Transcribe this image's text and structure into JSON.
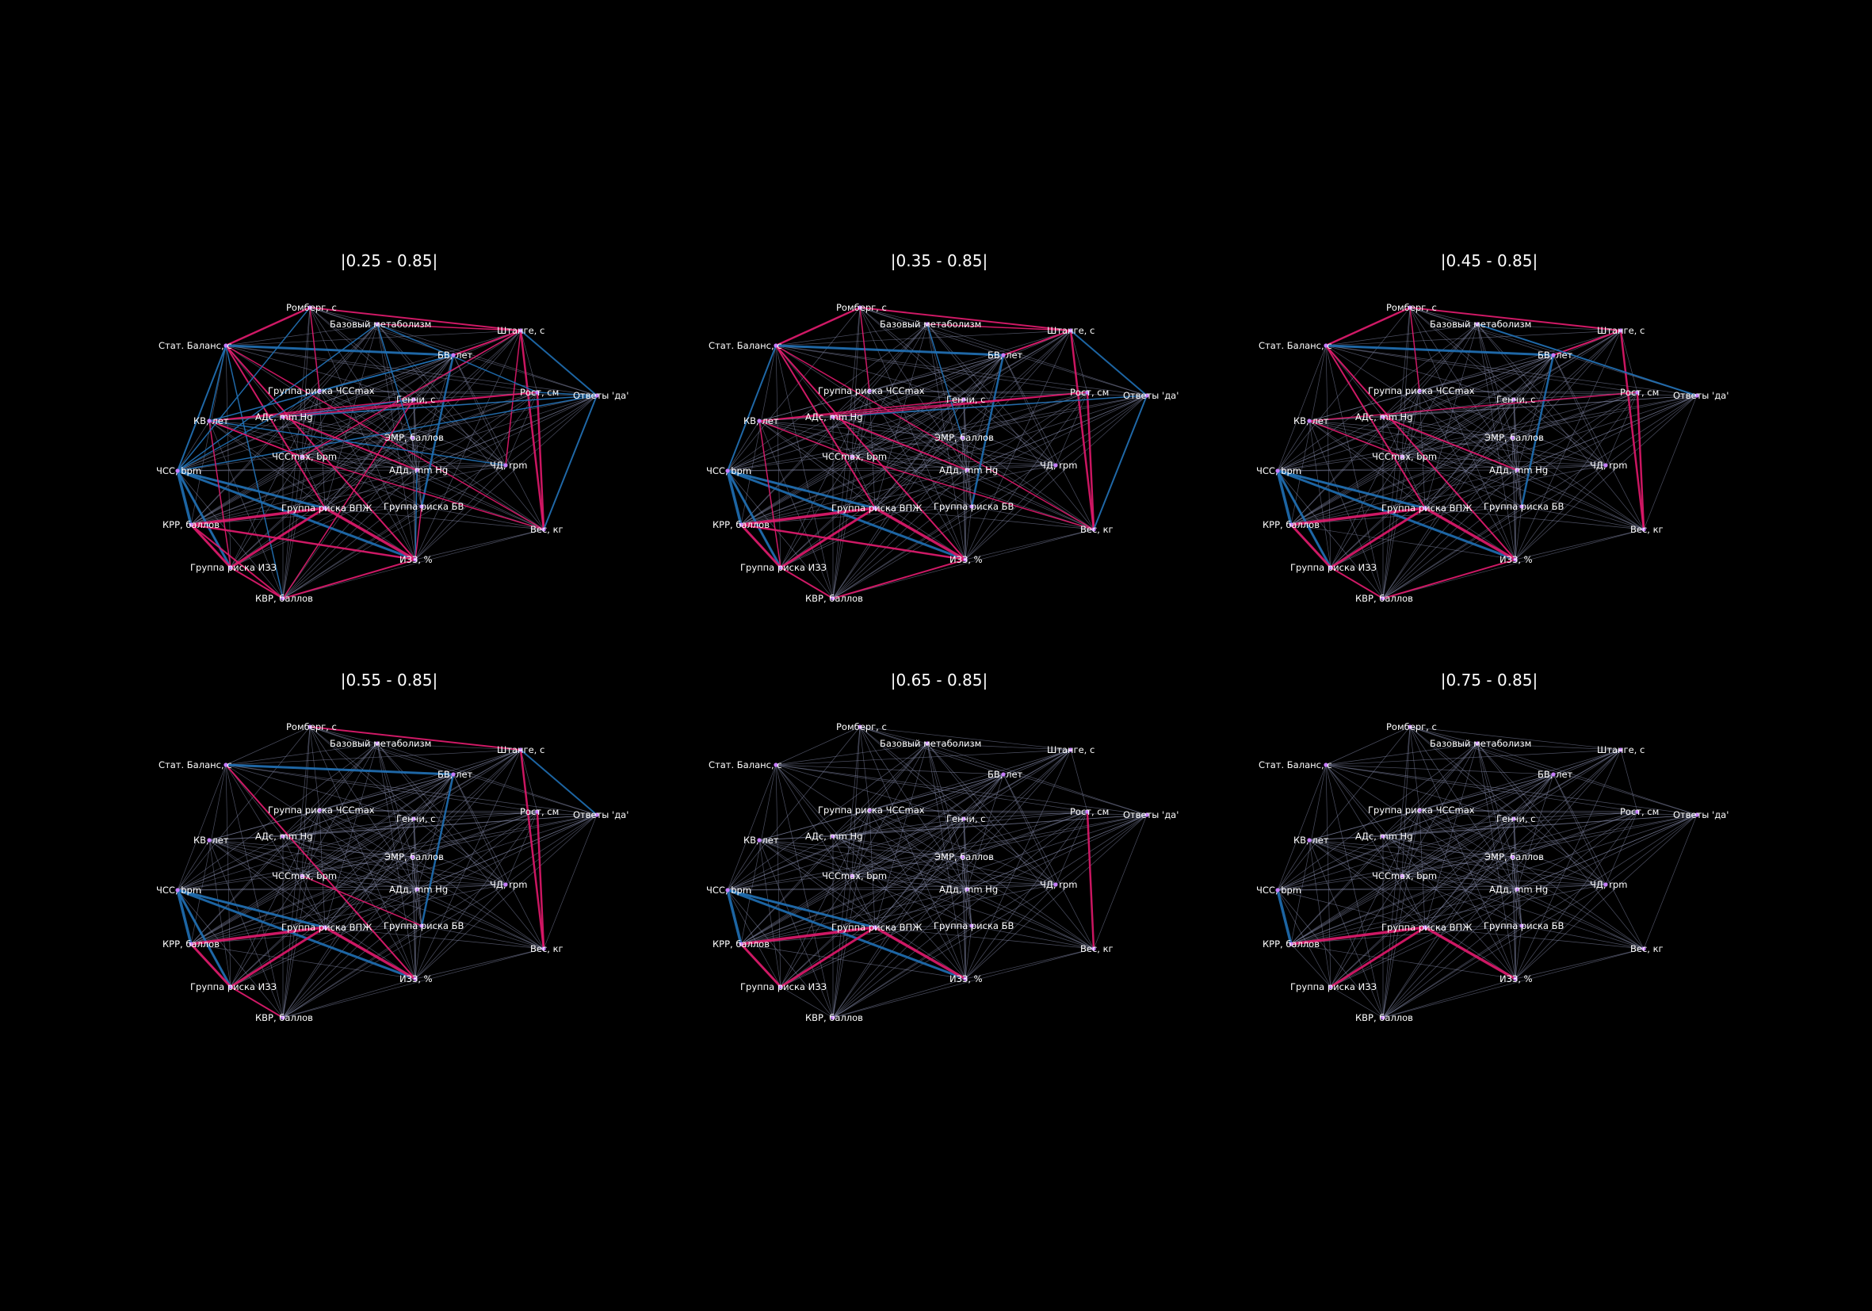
{
  "colors": {
    "background": "#000000",
    "grid_edge": "#8a8fb0",
    "positive_edge": "#e0186c",
    "negative_edge": "#1f6fb4",
    "node": "#c77dff",
    "text": "#ffffff"
  },
  "nodes": [
    "Ромберг, с",
    "Базовый метаболизм",
    "Штанге, с",
    "Стат. Баланс, с",
    "БВ, лет",
    "Группа риска ЧССmax",
    "Рост, см",
    "Ответы 'да'",
    "Генчи, с",
    "АДс, mm Hg",
    "КВ, лет",
    "ЭМР, баллов",
    "ЧССmax, bpm",
    "АДд, mm Hg",
    "ЧД, rpm",
    "ЧСС, bpm",
    "Группа риска ВПЖ",
    "Группа риска БВ",
    "КРР, баллов",
    "Вес, кг",
    "ИЗЗ, %",
    "Группа риска ИЗЗ",
    "КВР, баллов"
  ],
  "panels": [
    {
      "title": "|0.25 - 0.85|",
      "highlighted_edges": [
        [
          "Ромберг, с",
          "Стат. Баланс, с",
          "pos",
          2.5
        ],
        [
          "Ромберг, с",
          "Штанге, с",
          "pos",
          2
        ],
        [
          "Стат. Баланс, с",
          "БВ, лет",
          "neg",
          3
        ],
        [
          "Стат. Баланс, с",
          "КВ, лет",
          "neg",
          1.5
        ],
        [
          "Стат. Баланс, с",
          "ИЗЗ, %",
          "pos",
          2
        ],
        [
          "Стат. Баланс, с",
          "Вес, кг",
          "pos",
          1.5
        ],
        [
          "Стат. Баланс, с",
          "Группа риска ВПЖ",
          "pos",
          2
        ],
        [
          "Стат. Баланс, с",
          "КВР, баллов",
          "neg",
          1.5
        ],
        [
          "Штанге, с",
          "Вес, кг",
          "pos",
          2.5
        ],
        [
          "Штанге, с",
          "Ответы 'да'",
          "neg",
          2
        ],
        [
          "Штанге, с",
          "БВ, лет",
          "pos",
          2
        ],
        [
          "Штанге, с",
          "ЧД, rpm",
          "pos",
          1.5
        ],
        [
          "Базовый метаболизм",
          "Штанге, с",
          "pos",
          1.5
        ],
        [
          "Базовый метаболизм",
          "Рост, см",
          "neg",
          1.5
        ],
        [
          "Базовый метаболизм",
          "ЧСС, bpm",
          "neg",
          1.5
        ],
        [
          "БВ, лет",
          "Группа риска БВ",
          "neg",
          2.5
        ],
        [
          "БВ, лет",
          "Группа риска ЧССmax",
          "neg",
          1.5
        ],
        [
          "Рост, см",
          "Вес, кг",
          "pos",
          2.5
        ],
        [
          "Рост, см",
          "КВ, лет",
          "pos",
          1.5
        ],
        [
          "Рост, см",
          "Ответы 'да'",
          "neg",
          1.5
        ],
        [
          "Ответы 'да'",
          "Вес, кг",
          "neg",
          2
        ],
        [
          "Ответы 'да'",
          "АДс, mm Hg",
          "neg",
          1.5
        ],
        [
          "Ответы 'да'",
          "ЧСС, bpm",
          "neg",
          1.5
        ],
        [
          "Генчи, с",
          "КВ, лет",
          "pos",
          1.5
        ],
        [
          "Генчи, с",
          "АДс, mm Hg",
          "neg",
          1.5
        ],
        [
          "ЧССmax, bpm",
          "КВ, лет",
          "pos",
          1.5
        ],
        [
          "ЧССmax, bpm",
          "Штанге, с",
          "pos",
          1.5
        ],
        [
          "ЧССmax, bpm",
          "Вес, кг",
          "pos",
          1.5
        ],
        [
          "ЧСС, bpm",
          "КРР, баллов",
          "neg",
          3.5
        ],
        [
          "ЧСС, bpm",
          "Группа риска ИЗЗ",
          "neg",
          3
        ],
        [
          "ЧСС, bpm",
          "ИЗЗ, %",
          "neg",
          3
        ],
        [
          "ЧСС, bpm",
          "Группа риска ВПЖ",
          "neg",
          3
        ],
        [
          "ЧСС, bpm",
          "Стат. Баланс, с",
          "neg",
          2
        ],
        [
          "ЧСС, bpm",
          "Группа риска ЧССmax",
          "neg",
          1.5
        ],
        [
          "КРР, баллов",
          "Группа риска ВПЖ",
          "pos",
          3.5
        ],
        [
          "КРР, баллов",
          "Группа риска ИЗЗ",
          "pos",
          3
        ],
        [
          "КРР, баллов",
          "КВР, баллов",
          "pos",
          2
        ],
        [
          "КРР, баллов",
          "ИЗЗ, %",
          "pos",
          2.5
        ],
        [
          "Группа риска ВПЖ",
          "ИЗЗ, %",
          "pos",
          3.5
        ],
        [
          "Группа риска ВПЖ",
          "Группа риска ИЗЗ",
          "pos",
          3
        ],
        [
          "Группа риска ИЗЗ",
          "КВР, баллов",
          "pos",
          2
        ],
        [
          "КВР, баллов",
          "ИЗЗ, %",
          "pos",
          2
        ],
        [
          "КВР, баллов",
          "Генчи, с",
          "pos",
          1.5
        ],
        [
          "КВ, лет",
          "Группа риска ИЗЗ",
          "pos",
          1.5
        ],
        [
          "КВ, лет",
          "ЧССmax, bpm",
          "pos",
          1.5
        ],
        [
          "АДс, mm Hg",
          "АДд, mm Hg",
          "pos",
          2
        ],
        [
          "АДс, mm Hg",
          "Рост, см",
          "pos",
          1.5
        ],
        [
          "АДд, mm Hg",
          "ИЗЗ, %",
          "neg",
          1.5
        ],
        [
          "Группа риска ЧССmax",
          "Ромберг, с",
          "pos",
          1.5
        ],
        [
          "Группа риска БВ",
          "ИЗЗ, %",
          "pos",
          1.5
        ],
        [
          "ЭМР, баллов",
          "Базовый метаболизм",
          "neg",
          1.5
        ],
        [
          "КВ, лет",
          "БВ, лет",
          "neg",
          1.5
        ],
        [
          "Ромберг, с",
          "ЧСС, bpm",
          "neg",
          1.5
        ],
        [
          "ЧД, rpm",
          "КВ, лет",
          "neg",
          1.5
        ]
      ]
    },
    {
      "title": "|0.35 - 0.85|",
      "highlighted_edges": [
        [
          "Ромберг, с",
          "Стат. Баланс, с",
          "pos",
          2.5
        ],
        [
          "Ромберг, с",
          "Штанге, с",
          "pos",
          2
        ],
        [
          "Стат. Баланс, с",
          "БВ, лет",
          "neg",
          3
        ],
        [
          "Стат. Баланс, с",
          "ИЗЗ, %",
          "pos",
          2
        ],
        [
          "Стат. Баланс, с",
          "Вес, кг",
          "pos",
          1.5
        ],
        [
          "Стат. Баланс, с",
          "Группа риска ВПЖ",
          "pos",
          2
        ],
        [
          "Штанге, с",
          "Вес, кг",
          "pos",
          2.5
        ],
        [
          "Штанге, с",
          "Ответы 'да'",
          "neg",
          2
        ],
        [
          "Штанге, с",
          "БВ, лет",
          "pos",
          2
        ],
        [
          "Базовый метаболизм",
          "Штанге, с",
          "pos",
          1.5
        ],
        [
          "БВ, лет",
          "Группа риска БВ",
          "neg",
          2.5
        ],
        [
          "Рост, см",
          "Вес, кг",
          "pos",
          2.5
        ],
        [
          "Рост, см",
          "КВ, лет",
          "pos",
          1.5
        ],
        [
          "Ответы 'да'",
          "Вес, кг",
          "neg",
          2
        ],
        [
          "Ответы 'да'",
          "АДс, mm Hg",
          "neg",
          1.5
        ],
        [
          "ЧССmax, bpm",
          "КВ, лет",
          "pos",
          1.5
        ],
        [
          "ЧССmax, bpm",
          "Вес, кг",
          "pos",
          1.5
        ],
        [
          "ЧСС, bpm",
          "КРР, баллов",
          "neg",
          3.5
        ],
        [
          "ЧСС, bpm",
          "Группа риска ИЗЗ",
          "neg",
          3
        ],
        [
          "ЧСС, bpm",
          "ИЗЗ, %",
          "neg",
          3
        ],
        [
          "ЧСС, bpm",
          "Группа риска ВПЖ",
          "neg",
          3
        ],
        [
          "ЧСС, bpm",
          "Стат. Баланс, с",
          "neg",
          2
        ],
        [
          "КРР, баллов",
          "Группа риска ВПЖ",
          "pos",
          3.5
        ],
        [
          "КРР, баллов",
          "Группа риска ИЗЗ",
          "pos",
          3
        ],
        [
          "КРР, баллов",
          "ИЗЗ, %",
          "pos",
          2.5
        ],
        [
          "Группа риска ВПЖ",
          "ИЗЗ, %",
          "pos",
          3.5
        ],
        [
          "Группа риска ВПЖ",
          "Группа риска ИЗЗ",
          "pos",
          3
        ],
        [
          "Группа риска ИЗЗ",
          "КВР, баллов",
          "pos",
          2
        ],
        [
          "КВР, баллов",
          "ИЗЗ, %",
          "pos",
          2
        ],
        [
          "КВ, лет",
          "Группа риска ИЗЗ",
          "pos",
          1.5
        ],
        [
          "АДс, mm Hg",
          "АДд, mm Hg",
          "pos",
          2
        ],
        [
          "АДс, mm Hg",
          "Рост, см",
          "pos",
          1.5
        ],
        [
          "Группа риска ЧССmax",
          "Ромберг, с",
          "pos",
          1.5
        ],
        [
          "ЭМР, баллов",
          "Базовый метаболизм",
          "neg",
          1.5
        ],
        [
          "Генчи, с",
          "КВ, лет",
          "pos",
          1.5
        ]
      ]
    },
    {
      "title": "|0.45 - 0.85|",
      "highlighted_edges": [
        [
          "Ромберг, с",
          "Стат. Баланс, с",
          "pos",
          2.5
        ],
        [
          "Ромберг, с",
          "Штанге, с",
          "pos",
          2
        ],
        [
          "Стат. Баланс, с",
          "БВ, лет",
          "neg",
          3
        ],
        [
          "Стат. Баланс, с",
          "ИЗЗ, %",
          "pos",
          2
        ],
        [
          "Стат. Баланс, с",
          "Группа риска ВПЖ",
          "pos",
          2
        ],
        [
          "Штанге, с",
          "Вес, кг",
          "pos",
          2.5
        ],
        [
          "Штанге, с",
          "БВ, лет",
          "pos",
          2
        ],
        [
          "Базовый метаболизм",
          "Ответы 'да'",
          "neg",
          2
        ],
        [
          "БВ, лет",
          "Группа риска БВ",
          "neg",
          2.5
        ],
        [
          "Рост, см",
          "Вес, кг",
          "pos",
          2.5
        ],
        [
          "Рост, см",
          "КВ, лет",
          "pos",
          1.5
        ],
        [
          "ЧССmax, bpm",
          "КВ, лет",
          "pos",
          1.5
        ],
        [
          "ЧСС, bpm",
          "КРР, баллов",
          "neg",
          3.5
        ],
        [
          "ЧСС, bpm",
          "Группа риска ИЗЗ",
          "neg",
          3
        ],
        [
          "ЧСС, bpm",
          "ИЗЗ, %",
          "neg",
          3
        ],
        [
          "ЧСС, bpm",
          "Группа риска ВПЖ",
          "neg",
          3
        ],
        [
          "КРР, баллов",
          "Группа риска ВПЖ",
          "pos",
          3.5
        ],
        [
          "КРР, баллов",
          "Группа риска ИЗЗ",
          "pos",
          3
        ],
        [
          "Группа риска ВПЖ",
          "ИЗЗ, %",
          "pos",
          3.5
        ],
        [
          "Группа риска ВПЖ",
          "Группа риска ИЗЗ",
          "pos",
          3
        ],
        [
          "Группа риска ИЗЗ",
          "КВР, баллов",
          "pos",
          2
        ],
        [
          "КВР, баллов",
          "ИЗЗ, %",
          "pos",
          2
        ],
        [
          "АДс, mm Hg",
          "АДд, mm Hg",
          "pos",
          2
        ],
        [
          "Ромберг, с",
          "Группа риска ЧССmax",
          "pos",
          1.5
        ]
      ]
    },
    {
      "title": "|0.55 - 0.85|",
      "highlighted_edges": [
        [
          "Ромберг, с",
          "Штанге, с",
          "pos",
          2
        ],
        [
          "Стат. Баланс, с",
          "БВ, лет",
          "neg",
          3
        ],
        [
          "Стат. Баланс, с",
          "ИЗЗ, %",
          "pos",
          2
        ],
        [
          "Штанге, с",
          "Вес, кг",
          "pos",
          2.5
        ],
        [
          "Штанге, с",
          "Ответы 'да'",
          "neg",
          2
        ],
        [
          "БВ, лет",
          "Группа риска БВ",
          "neg",
          2.5
        ],
        [
          "Рост, см",
          "Вес, кг",
          "pos",
          2.5
        ],
        [
          "ЧСС, bpm",
          "КРР, баллов",
          "neg",
          3.5
        ],
        [
          "ЧСС, bpm",
          "Группа риска ИЗЗ",
          "neg",
          3
        ],
        [
          "ЧСС, bpm",
          "ИЗЗ, %",
          "neg",
          3
        ],
        [
          "ЧСС, bpm",
          "Группа риска ВПЖ",
          "neg",
          3
        ],
        [
          "КРР, баллов",
          "Группа риска ВПЖ",
          "pos",
          3.5
        ],
        [
          "КРР, баллов",
          "Группа риска ИЗЗ",
          "pos",
          3
        ],
        [
          "Группа риска ВПЖ",
          "ИЗЗ, %",
          "pos",
          3.5
        ],
        [
          "Группа риска ВПЖ",
          "Группа риска ИЗЗ",
          "pos",
          3
        ],
        [
          "Группа риска ИЗЗ",
          "КВР, баллов",
          "pos",
          2
        ],
        [
          "ЧССmax, bpm",
          "Группа риска БВ",
          "pos",
          1.5
        ]
      ]
    },
    {
      "title": "|0.65 - 0.85|",
      "highlighted_edges": [
        [
          "Рост, см",
          "Вес, кг",
          "pos",
          2.5
        ],
        [
          "ЧСС, bpm",
          "КРР, баллов",
          "neg",
          3.5
        ],
        [
          "ЧСС, bpm",
          "ИЗЗ, %",
          "neg",
          3
        ],
        [
          "ЧСС, bpm",
          "Группа риска ВПЖ",
          "neg",
          3
        ],
        [
          "КРР, баллов",
          "Группа риска ВПЖ",
          "pos",
          3.5
        ],
        [
          "КРР, баллов",
          "Группа риска ИЗЗ",
          "pos",
          3
        ],
        [
          "Группа риска ВПЖ",
          "ИЗЗ, %",
          "pos",
          3.5
        ],
        [
          "Группа риска ВПЖ",
          "Группа риска ИЗЗ",
          "pos",
          3
        ]
      ]
    },
    {
      "title": "|0.75 - 0.85|",
      "highlighted_edges": [
        [
          "ЧСС, bpm",
          "КРР, баллов",
          "neg",
          3.5
        ],
        [
          "КРР, баллов",
          "Группа риска ВПЖ",
          "pos",
          3.5
        ],
        [
          "Группа риска ВПЖ",
          "ИЗЗ, %",
          "pos",
          3.5
        ],
        [
          "Группа риска ВПЖ",
          "Группа риска ИЗЗ",
          "pos",
          3
        ]
      ]
    }
  ]
}
